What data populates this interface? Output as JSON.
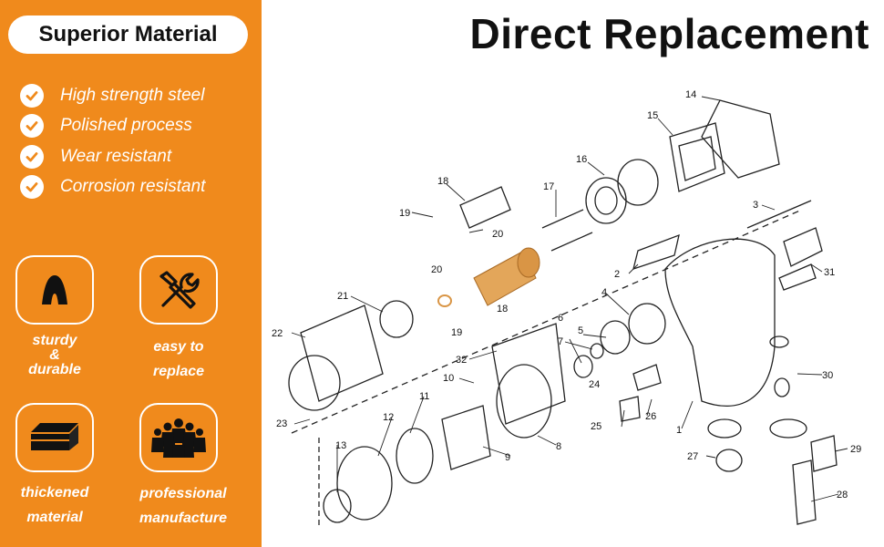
{
  "left_panel": {
    "title": "Superior Material",
    "features": [
      "High strength steel",
      "Polished process",
      "Wear resistant",
      "Corrosion resistant"
    ],
    "badges": [
      {
        "label_line1": "sturdy",
        "label_line2": "&",
        "label_line3": "durable",
        "icon": "sturdy-icon"
      },
      {
        "label_line1": "easy to",
        "label_line2": "replace",
        "icon": "wrench-screwdriver-icon"
      },
      {
        "label_line1": "thickened",
        "label_line2": "material",
        "icon": "thick-plate-icon"
      },
      {
        "label_line1": "professional",
        "label_line2": "manufacture",
        "icon": "team-icon"
      }
    ],
    "colors": {
      "accent": "#f08a1c",
      "highlight_part": "#e3a65a"
    }
  },
  "main": {
    "title": "Direct Replacement",
    "part_numbers": [
      "1",
      "2",
      "3",
      "4",
      "5",
      "6",
      "7",
      "8",
      "9",
      "10",
      "11",
      "12",
      "13",
      "14",
      "15",
      "16",
      "17",
      "18",
      "19",
      "20",
      "21",
      "22",
      "23",
      "24",
      "25",
      "26",
      "27",
      "28",
      "29",
      "30",
      "31",
      "32"
    ],
    "callouts": {
      "p14": "14",
      "p15": "15",
      "p16": "16",
      "p17": "17",
      "p18a": "18",
      "p18b": "18",
      "p19a": "19",
      "p19b": "19",
      "p20a": "20",
      "p20b": "20",
      "p3": "3",
      "p2": "2",
      "p31": "31",
      "p21": "21",
      "p22": "22",
      "p4": "4",
      "p5": "5",
      "p6": "6",
      "p7": "7",
      "p32": "32",
      "p10": "10",
      "p11": "11",
      "p24": "24",
      "p30": "30",
      "p23": "23",
      "p12": "12",
      "p25": "25",
      "p26": "26",
      "p1": "1",
      "p8": "8",
      "p13": "13",
      "p9": "9",
      "p27": "27",
      "p29": "29",
      "p28": "28"
    }
  }
}
